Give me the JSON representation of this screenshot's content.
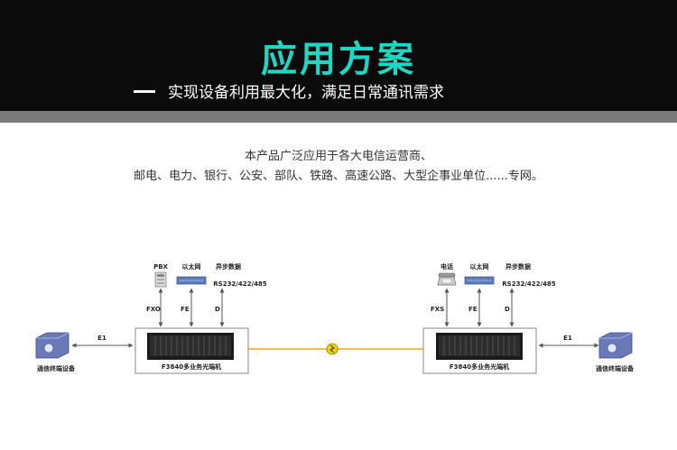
{
  "header": {
    "title": "应用方案",
    "subtitle": "实现设备利用最大化，满足日常通讯需求"
  },
  "intro": {
    "line1": "本产品广泛应用于各大电信运营商、",
    "line2": "邮电、电力、银行、公安、部队、铁路、高速公路、大型企事业单位......专网。"
  },
  "diagram": {
    "left": {
      "devices": [
        "PBX",
        "以太网",
        "异步数据"
      ],
      "async_sub": "RS232/422/485",
      "ports": [
        "FXO",
        "FE",
        "D"
      ],
      "link": "E1",
      "terminal": "通信终端设备",
      "unit": "F3840多业务光端机"
    },
    "right": {
      "devices": [
        "电话",
        "以太网",
        "异步数据"
      ],
      "async_sub": "RS232/422/485",
      "ports": [
        "FXS",
        "FE",
        "D"
      ],
      "link": "E1",
      "terminal": "通信终端设备",
      "unit": "F3840多业务光端机"
    },
    "colors": {
      "fiber": "#f5a623",
      "fiber_marker": "#f5d400",
      "box_border": "#888888",
      "terminal": "#6a7ab8"
    }
  }
}
